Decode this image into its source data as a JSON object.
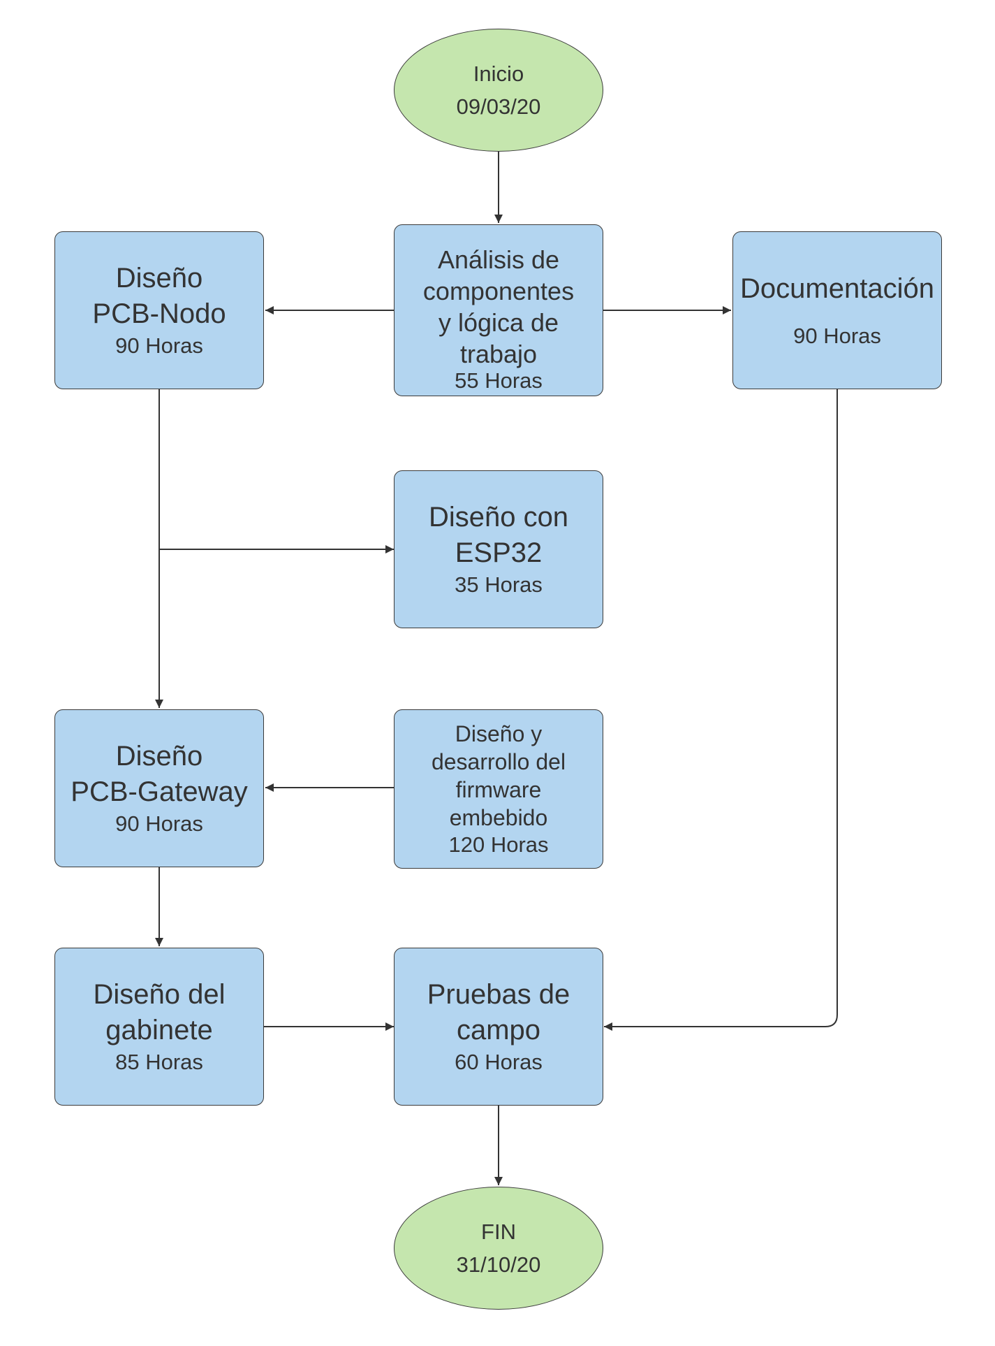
{
  "colors": {
    "task_fill": "#b3d5f0",
    "terminal_fill": "#c5e6ae",
    "stroke": "#3a3a3a",
    "text": "#333333"
  },
  "nodes": {
    "start": {
      "label": "Inicio",
      "date": "09/03/20"
    },
    "analysis": {
      "label": [
        "Análisis de",
        "componentes",
        "y lógica de",
        "trabajo"
      ],
      "hours": "55 Horas"
    },
    "pcb_nodo": {
      "label": [
        "Diseño",
        "PCB-Nodo"
      ],
      "hours": "90 Horas"
    },
    "documentation": {
      "label": "Documentación",
      "hours": "90 Horas"
    },
    "esp32": {
      "label": [
        "Diseño con",
        "ESP32"
      ],
      "hours": "35 Horas"
    },
    "pcb_gateway": {
      "label": [
        "Diseño",
        "PCB-Gateway"
      ],
      "hours": "90 Horas"
    },
    "firmware": {
      "label": [
        "Diseño y",
        "desarrollo del",
        "firmware",
        "embebido"
      ],
      "hours": "120 Horas"
    },
    "cabinet": {
      "label": [
        "Diseño del",
        "gabinete"
      ],
      "hours": "85 Horas"
    },
    "field_tests": {
      "label": [
        "Pruebas de",
        "campo"
      ],
      "hours": "60 Horas"
    },
    "end": {
      "label": "FIN",
      "date": "31/10/20"
    }
  }
}
